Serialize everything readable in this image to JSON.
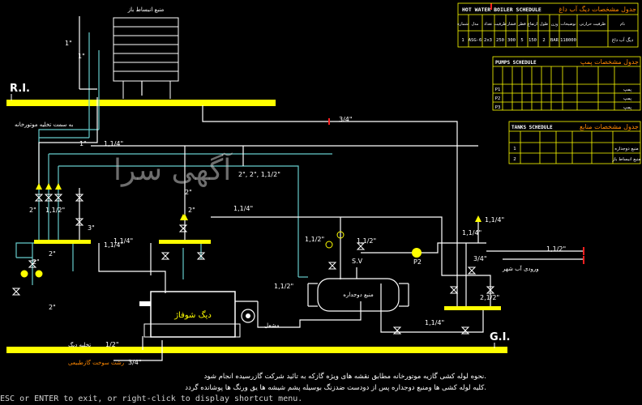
{
  "colors": {
    "background": "#000000",
    "yellow": "#ffff00",
    "cyan": "#66cccc",
    "white": "#ffffff",
    "red": "#ff2020",
    "orange": "#ff8800"
  },
  "tank_top_label": "منبع انبساط باز",
  "ri_label": "R.I.",
  "gi_label": "G.I.",
  "ceiling_note": "به سمت تخلیه موتورخانه",
  "boiler_label": "دیگ شوفاژ",
  "storage_label": "منبع دوجداره",
  "burner_label": "مشعل",
  "sv_label": "S.V",
  "pump_label": "P2",
  "watermark": "آگهی سرا",
  "gas_label": "رشت سوخت گازطبیعی",
  "drain_label": "تخلیه دیگ",
  "water_inlet_label": "ورودی آب شهر",
  "pipes": {
    "p1": "1\"",
    "p2": "1\"",
    "p3": "1\"",
    "p4": "1,1/4\"",
    "p5": "3/4\"",
    "p6": "2\", 2\", 1,1/2\"",
    "p7": "1,1/4\"",
    "p8": "2\"",
    "p9": "1,1/2\"",
    "p10": "1,1/4\"",
    "p11": "2\"",
    "p12": "2\"",
    "p13": "1,1/2\"",
    "p14": "1,1/2\"",
    "p15": "1,1/4\"",
    "p16": "1,1/2\"",
    "p17": "3/4\"",
    "p18": "1,1/2\"",
    "p19": "2,1/2\"",
    "p20": "1,1/4\"",
    "p21": "1/2\"",
    "p22": "3/4\"",
    "p23": "1,1/4\"",
    "p24": "3\"",
    "p25": "2\"",
    "p26": "2\"",
    "p27": "2\"",
    "p28": "1,1/4\""
  },
  "hw_table": {
    "title_en": "HOT WATER BOILER SCHEDULE",
    "title_fa": "جدول مشخصات دیگ آب داغ",
    "headers": [
      "شماره",
      "مدل",
      "تعداد",
      "ظرفیت",
      "فشار",
      "قطر",
      "ارتفاع",
      "طول",
      "وزن",
      "توضیحات",
      "ظرفیت حرارتی",
      "نام"
    ],
    "row": [
      "1",
      "ASG-6",
      "2x3",
      "250",
      "300",
      "5",
      "150",
      "2",
      "BAR",
      "118000",
      "",
      "دیگ آب داغ"
    ]
  },
  "pump_table": {
    "title_en": "PUMPS SCHEDULE",
    "title_fa": "جدول مشخصات پمپ",
    "rows": [
      [
        "P1",
        "",
        "",
        "",
        "",
        "",
        "",
        "",
        "",
        "",
        "",
        "پمپ"
      ],
      [
        "P2",
        "",
        "",
        "",
        "",
        "",
        "",
        "",
        "",
        "",
        "",
        "پمپ"
      ],
      [
        "P3",
        "",
        "",
        "",
        "",
        "",
        "",
        "",
        "",
        "",
        "",
        "پمپ"
      ]
    ]
  },
  "tank_table": {
    "title_en": "TANKS SCHEDULE",
    "title_fa": "جدول مشخصات منابع",
    "rows": [
      [
        "1",
        "",
        "",
        "",
        "",
        "",
        "منبع دوجداره"
      ],
      [
        "2",
        "",
        "",
        "",
        "",
        "",
        "منبع انبساط باز"
      ]
    ]
  },
  "note1": "نحوه لوله کشی گازیه موتورخانه مطابق نقشه های ویژه گازکه به تائید شرکت گازرسیده انجام شود.",
  "note2": "کلیه لوله کشی ها ومنبع دوجداره پس از دودست ضدزنگ بوسیله پشم شیشه ها یق ورنگ ها پوشانده گردد.",
  "command_line": "ESC or ENTER to exit, or right-click to display shortcut menu."
}
